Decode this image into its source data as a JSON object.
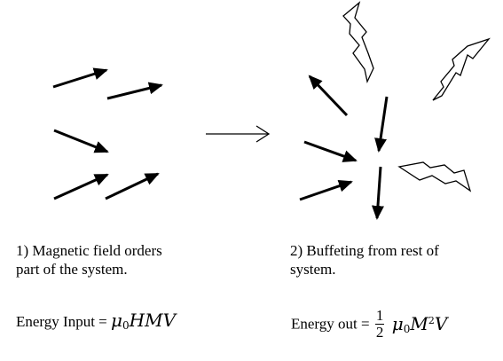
{
  "captions": {
    "left": {
      "line1": "1) Magnetic field orders",
      "line2": "part of the system."
    },
    "right": {
      "line1": "2) Buffeting from rest of",
      "line2": "system."
    }
  },
  "energy_input": {
    "label": "Energy Input =",
    "mu": "μ",
    "mu_sub": "0",
    "rest": "HMV"
  },
  "energy_out": {
    "label": "Energy out =",
    "frac_num": "1",
    "frac_den": "2",
    "mu": "μ",
    "mu_sub": "0",
    "M": "M",
    "M_sup": "2",
    "V": "V"
  },
  "colors": {
    "ink": "#000000",
    "background": "#ffffff"
  }
}
